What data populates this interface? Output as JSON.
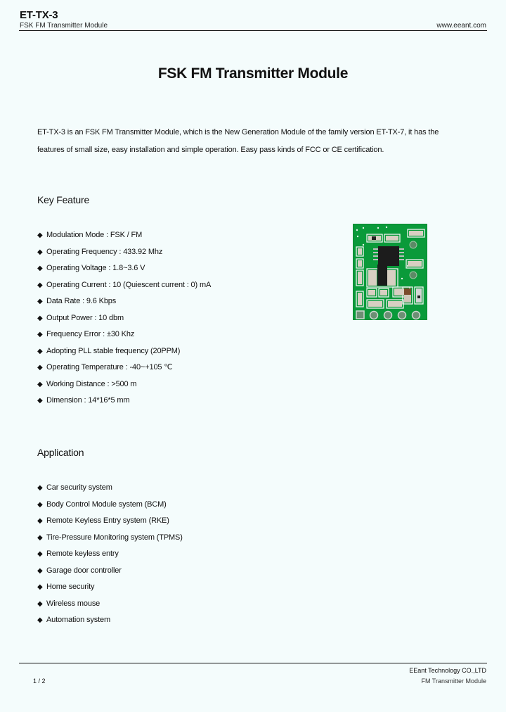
{
  "header": {
    "title": "ET-TX-3",
    "subtitle": "FSK FM Transmitter Module",
    "url": "www.eeant.com"
  },
  "document": {
    "title": "FSK FM Transmitter Module",
    "intro_line1": "ET-TX-3 is an FSK FM Transmitter Module, which is the New Generation Module of the family version ET-TX-7, it has the",
    "intro_line2": "features of small size, easy installation and simple operation. Easy pass kinds of FCC or CE certification."
  },
  "key_feature": {
    "heading": "Key Feature",
    "bullet_icon": "diamond-bullet-icon",
    "items": [
      "Modulation Mode : FSK / FM",
      "Operating Frequency : 433.92 Mhz",
      "Operating Voltage : 1.8~3.6 V",
      "Operating Current : 10 (Quiescent current : 0) mA",
      "Data Rate : 9.6 Kbps",
      "Output Power : 10 dbm",
      "Frequency Error : ±30 Khz",
      "Adopting PLL stable frequency (20PPM)",
      "Operating Temperature : -40~+105 ℃",
      "Working Distance : >500 m",
      "Dimension : 14*16*5 mm"
    ]
  },
  "application": {
    "heading": "Application",
    "items": [
      "Car security system",
      "Body Control Module system (BCM)",
      "Remote Keyless Entry system (RKE)",
      "Tire-Pressure Monitoring system (TPMS)",
      "Remote keyless entry",
      "Garage door controller",
      "Home security",
      "Wireless mouse",
      "Automation system"
    ]
  },
  "product_image": {
    "description": "green PCB transmitter module photo",
    "pcb_color": "#0a9a3a"
  },
  "footer": {
    "company": "EEant Technology CO.,LTD",
    "page": "1 / 2",
    "module": "FM Transmitter Module"
  }
}
